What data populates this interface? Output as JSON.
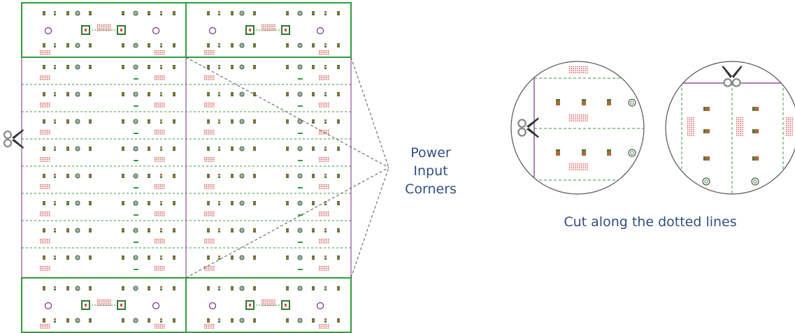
{
  "annotations": {
    "power_input_line1": "Power",
    "power_input_line2": "Input",
    "power_input_line3": "Corners",
    "cut_instruction": "Cut along the dotted lines"
  },
  "colors": {
    "board_outline": "#2e9e3a",
    "cut_line": "#7a2a8a",
    "dotted_line": "#2e9e3a",
    "led_pad": "#2f7a2f",
    "led_body": "#a86a3a",
    "resistor_dot": "#d84a4a",
    "label_text": "#2f4f82",
    "leader_line": "#555555",
    "scissors": "#333333"
  },
  "icons": [
    "scissors-icon"
  ]
}
